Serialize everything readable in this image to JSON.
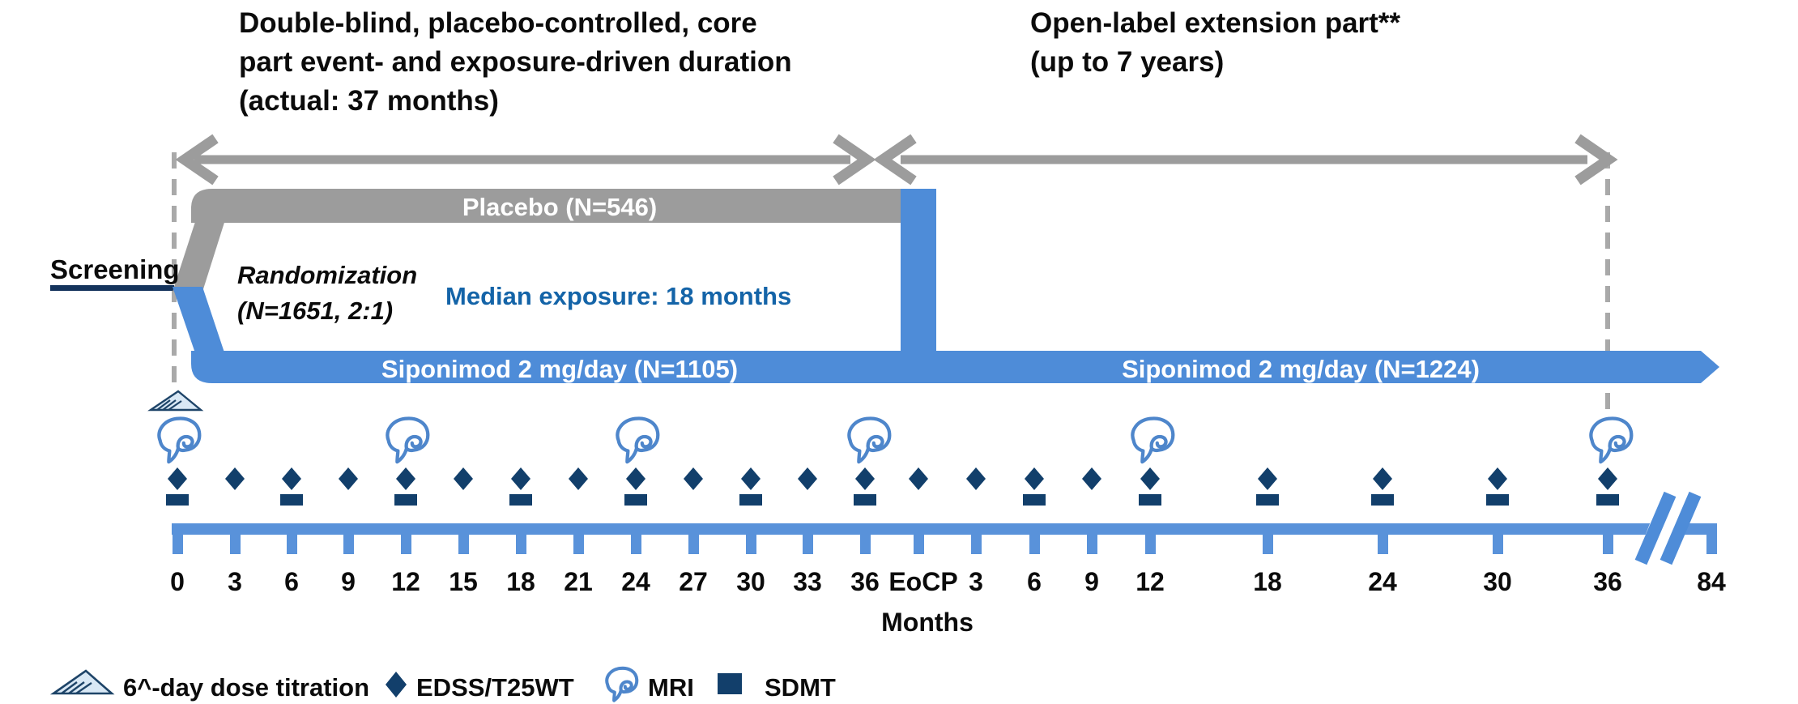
{
  "titles": {
    "core": "Double-blind, placebo-controlled, core\npart event- and exposure-driven duration\n(actual: 37 months)",
    "extension": "Open-label extension part**\n(up to 7 years)"
  },
  "screening": {
    "label": "Screening"
  },
  "randomization": {
    "label": "Randomization\n(N=1651, 2:1)"
  },
  "median_exposure": {
    "label": "Median exposure: 18 months"
  },
  "bars": {
    "placebo": "Placebo (N=546)",
    "siponimod_core": "Siponimod 2 mg/day (N=1105)",
    "siponimod_extension": "Siponimod 2 mg/day (N=1224)"
  },
  "timeline": {
    "axis_label": "Months",
    "tick_labels": [
      "0",
      "3",
      "6",
      "9",
      "12",
      "15",
      "18",
      "21",
      "24",
      "27",
      "30",
      "33",
      "36",
      "EoCP",
      "3",
      "6",
      "9",
      "12",
      "18",
      "24",
      "30",
      "36",
      "84"
    ],
    "axis_break_between": [
      "36",
      "84"
    ]
  },
  "assessments": {
    "dose_titration": {
      "label": "6^-day dose titration",
      "core_months": [
        0
      ]
    },
    "edss_t25wt": {
      "label": "EDSS/T25WT",
      "core_months": [
        0,
        3,
        6,
        9,
        12,
        15,
        18,
        21,
        24,
        27,
        30,
        33,
        36,
        "EoCP"
      ],
      "extension_months": [
        3,
        6,
        9,
        12,
        18,
        24,
        30,
        36
      ]
    },
    "mri": {
      "label": "MRI",
      "core_months": [
        0,
        12,
        24,
        36
      ],
      "extension_months": [
        12,
        36
      ]
    },
    "sdmt": {
      "label": "SDMT",
      "core_months": [
        0,
        6,
        12,
        18,
        24,
        30,
        36
      ],
      "extension_months": [
        6,
        12,
        18,
        24,
        30,
        36
      ]
    }
  },
  "colors": {
    "siponimod_blue": "#4E8CD8",
    "timeline_blue": "#5992DA",
    "placebo_gray": "#9C9C9C",
    "marker_navy": "#123F6B",
    "screening_line_navy": "#14335C",
    "accent_text_blue": "#1464A8",
    "brain_outline_blue": "#4E86CB",
    "titration_fill": "#D9E8F5"
  }
}
